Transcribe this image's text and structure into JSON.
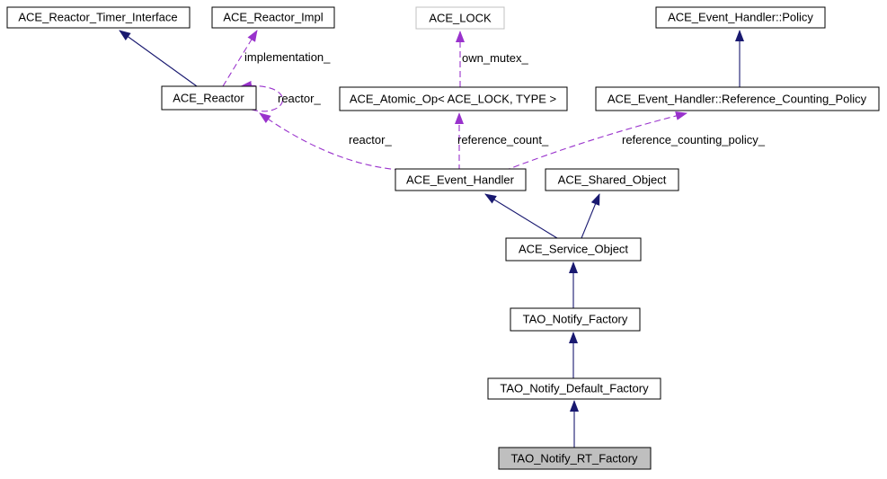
{
  "diagram": {
    "title": "TAO_Notify_RT_Factory collaboration graph",
    "type": "class-collaboration-graph",
    "colors": {
      "inheritance_edge": "#191970",
      "usage_edge": "#9932cc",
      "node_border": "#000000",
      "node_fill": "#ffffff",
      "external_node_border": "#c0c0c0",
      "current_node_fill": "#bfbfbf",
      "background": "#ffffff",
      "text": "#000000"
    },
    "nodes": {
      "reactor_timer_interface": {
        "label": "ACE_Reactor_Timer_Interface"
      },
      "reactor_impl": {
        "label": "ACE_Reactor_Impl"
      },
      "ace_lock": {
        "label": "ACE_LOCK"
      },
      "event_handler_policy": {
        "label": "ACE_Event_Handler::Policy"
      },
      "ace_reactor": {
        "label": "ACE_Reactor"
      },
      "atomic_op": {
        "label": "ACE_Atomic_Op< ACE_LOCK, TYPE >"
      },
      "reference_counting_policy": {
        "label": "ACE_Event_Handler::Reference_Counting_Policy"
      },
      "event_handler": {
        "label": "ACE_Event_Handler"
      },
      "shared_object": {
        "label": "ACE_Shared_Object"
      },
      "service_object": {
        "label": "ACE_Service_Object"
      },
      "notify_factory": {
        "label": "TAO_Notify_Factory"
      },
      "notify_default_factory": {
        "label": "TAO_Notify_Default_Factory"
      },
      "notify_rt_factory": {
        "label": "TAO_Notify_RT_Factory"
      }
    },
    "edge_labels": {
      "implementation": "implementation_",
      "own_mutex": "own_mutex_",
      "reactor_self": "reactor_",
      "reactor": "reactor_",
      "reference_count": "reference_count_",
      "reference_counting_policy": "reference_counting_policy_"
    },
    "edges": [
      {
        "from": "ace_reactor",
        "to": "reactor_timer_interface",
        "kind": "inheritance"
      },
      {
        "from": "reference_counting_policy",
        "to": "event_handler_policy",
        "kind": "inheritance"
      },
      {
        "from": "service_object",
        "to": "event_handler",
        "kind": "inheritance"
      },
      {
        "from": "service_object",
        "to": "shared_object",
        "kind": "inheritance"
      },
      {
        "from": "notify_factory",
        "to": "service_object",
        "kind": "inheritance"
      },
      {
        "from": "notify_default_factory",
        "to": "notify_factory",
        "kind": "inheritance"
      },
      {
        "from": "notify_rt_factory",
        "to": "notify_default_factory",
        "kind": "inheritance"
      },
      {
        "from": "ace_reactor",
        "to": "reactor_impl",
        "kind": "usage",
        "label": "implementation_"
      },
      {
        "from": "atomic_op",
        "to": "ace_lock",
        "kind": "usage",
        "label": "own_mutex_"
      },
      {
        "from": "ace_reactor",
        "to": "ace_reactor",
        "kind": "usage",
        "label": "reactor_"
      },
      {
        "from": "event_handler",
        "to": "ace_reactor",
        "kind": "usage",
        "label": "reactor_"
      },
      {
        "from": "event_handler",
        "to": "atomic_op",
        "kind": "usage",
        "label": "reference_count_"
      },
      {
        "from": "event_handler",
        "to": "reference_counting_policy",
        "kind": "usage",
        "label": "reference_counting_policy_"
      }
    ]
  }
}
